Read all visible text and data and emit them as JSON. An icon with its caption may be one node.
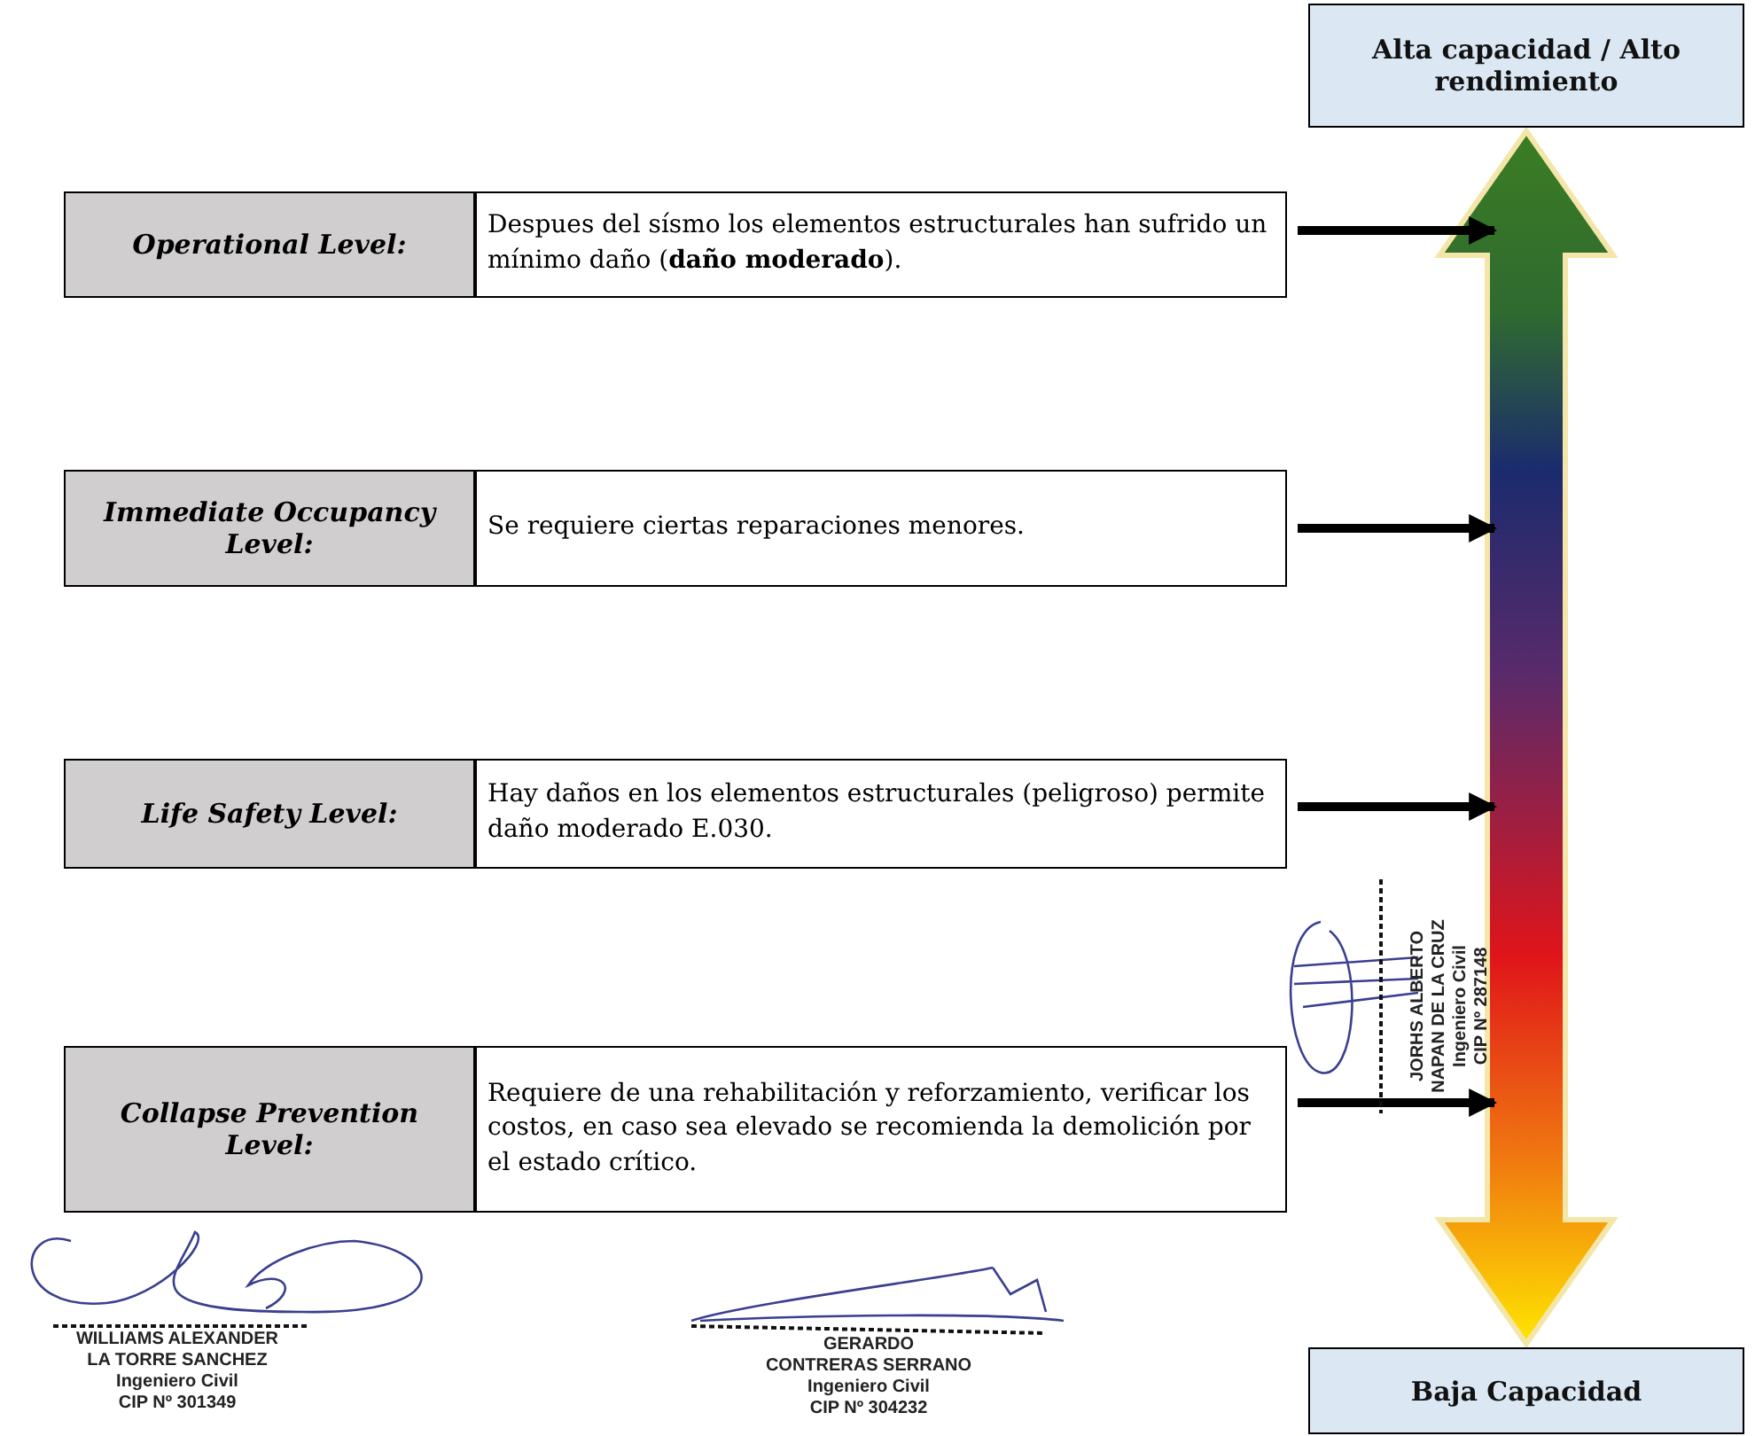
{
  "diagram": {
    "nodes": [
      {
        "text": [
          "Alta capacidad / Alto rendimiento"
        ]
      },
      {
        "text": [
          "Operational Level:"
        ]
      },
      {
        "text": [
          "Despues del sísmo los elementos estructurales han sufrido un mínimo daño (**daño moderado**)."
        ]
      },
      {
        "text": [
          "Immediate Occupancy Level:"
        ]
      },
      {
        "text": [
          "Se requiere ciertas reparaciones menores."
        ]
      },
      {
        "text": [
          "Life Safety Level:"
        ]
      },
      {
        "text": [
          "Hay daños en los elementos estructurales (peligroso) permite daño moderado E.030."
        ]
      },
      {
        "text": [
          "Collapse Prevention Level:"
        ]
      },
      {
        "text": [
          "Requiere de una rehabilitación y reforzamiento, verificar los costos, en caso sea elevado se recomienda la demolición por el estado crítico."
        ]
      },
      {
        "text": [
          "Baja Capacidad"
        ]
      }
    ],
    "edges": [
      {
        "from": 2,
        "to": null,
        "arrow": "to"
      },
      {
        "from": 4,
        "to": null,
        "arrow": "to"
      },
      {
        "from": 6,
        "to": null,
        "arrow": "to"
      },
      {
        "from": 8,
        "to": null,
        "arrow": "to"
      },
      {
        "from": 9,
        "to": 0,
        "arrow": "both",
        "style": "thick"
      }
    ],
    "labels": [
      "JORHS ALBERTO",
      "NAPAN DE LA CRUZ",
      "Ingeniero Civil",
      "CIP Nº 287148",
      "WILLIAMS ALEXANDER",
      "LA TORRE SANCHEZ",
      "Ingeniero Civil",
      "CIP Nº 301349",
      "GERARDO",
      "CONTRERAS SERRANO",
      "Ingeniero Civil",
      "CIP Nº 304232"
    ]
  }
}
